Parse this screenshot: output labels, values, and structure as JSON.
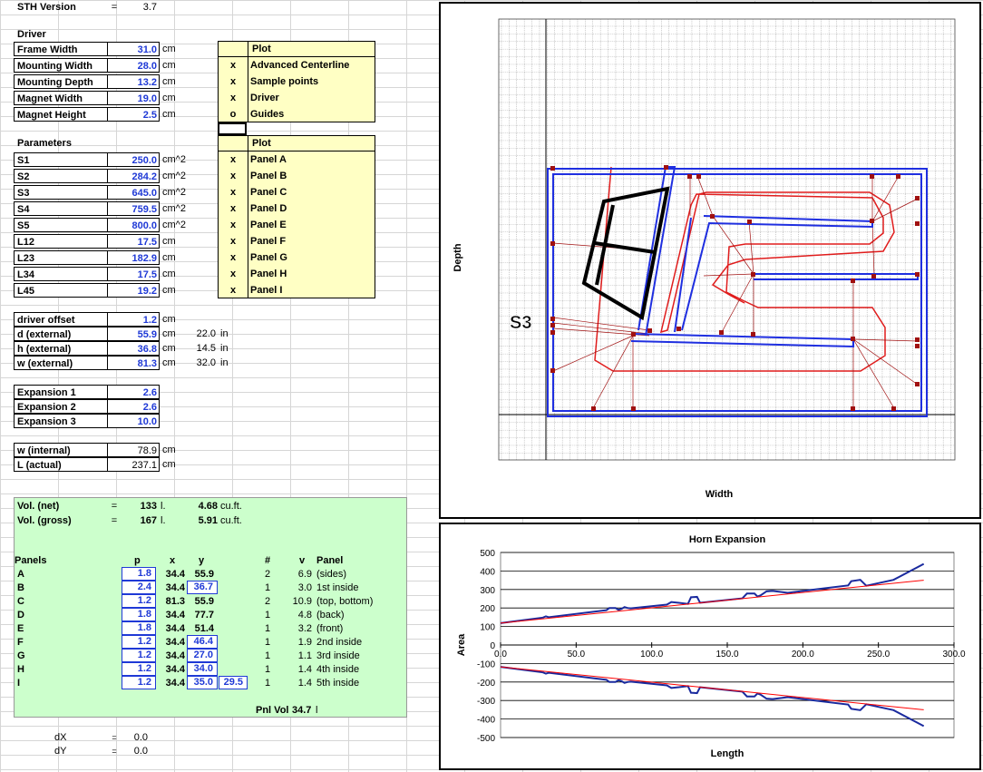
{
  "version": {
    "label": "STH Version",
    "eq": "=",
    "value": "3.7"
  },
  "driver": {
    "header": "Driver",
    "rows": [
      {
        "label": "Frame Width",
        "value": "31.0",
        "unit": "cm"
      },
      {
        "label": "Mounting Width",
        "value": "28.0",
        "unit": "cm"
      },
      {
        "label": "Mounting Depth",
        "value": "13.2",
        "unit": "cm"
      },
      {
        "label": "Magnet Width",
        "value": "19.0",
        "unit": "cm"
      },
      {
        "label": "Magnet Height",
        "value": "2.5",
        "unit": "cm"
      }
    ]
  },
  "plot1": {
    "header": "Plot",
    "rows": [
      {
        "mark": "x",
        "label": "Advanced Centerline"
      },
      {
        "mark": "x",
        "label": "Sample points"
      },
      {
        "mark": "x",
        "label": "Driver"
      },
      {
        "mark": "o",
        "label": "Guides"
      }
    ]
  },
  "parameters": {
    "header": "Parameters",
    "rows": [
      {
        "label": "S1",
        "value": "250.0",
        "unit": "cm^2"
      },
      {
        "label": "S2",
        "value": "284.2",
        "unit": "cm^2"
      },
      {
        "label": "S3",
        "value": "645.0",
        "unit": "cm^2"
      },
      {
        "label": "S4",
        "value": "759.5",
        "unit": "cm^2"
      },
      {
        "label": "S5",
        "value": "800.0",
        "unit": "cm^2"
      },
      {
        "label": "L12",
        "value": "17.5",
        "unit": "cm"
      },
      {
        "label": "L23",
        "value": "182.9",
        "unit": "cm"
      },
      {
        "label": "L34",
        "value": "17.5",
        "unit": "cm"
      },
      {
        "label": "L45",
        "value": "19.2",
        "unit": "cm"
      }
    ]
  },
  "plot2": {
    "header": "Plot",
    "rows": [
      {
        "mark": "x",
        "label": "Panel A"
      },
      {
        "mark": "x",
        "label": "Panel B"
      },
      {
        "mark": "x",
        "label": "Panel C"
      },
      {
        "mark": "x",
        "label": "Panel D"
      },
      {
        "mark": "x",
        "label": "Panel E"
      },
      {
        "mark": "x",
        "label": "Panel F"
      },
      {
        "mark": "x",
        "label": "Panel G"
      },
      {
        "mark": "x",
        "label": "Panel H"
      },
      {
        "mark": "x",
        "label": "Panel I"
      }
    ]
  },
  "external": [
    {
      "label": "driver offset",
      "value": "1.2",
      "unit": "cm",
      "inch": "",
      "in": ""
    },
    {
      "label": "d (external)",
      "value": "55.9",
      "unit": "cm",
      "inch": "22.0",
      "in": "in"
    },
    {
      "label": "h (external)",
      "value": "36.8",
      "unit": "cm",
      "inch": "14.5",
      "in": "in"
    },
    {
      "label": "w (external)",
      "value": "81.3",
      "unit": "cm",
      "inch": "32.0",
      "in": "in"
    }
  ],
  "expansion": [
    {
      "label": "Expansion 1",
      "value": "2.6"
    },
    {
      "label": "Expansion 2",
      "value": "2.6"
    },
    {
      "label": "Expansion 3",
      "value": "10.0"
    }
  ],
  "internal": [
    {
      "label": "w (internal)",
      "value": "78.9",
      "unit": "cm"
    },
    {
      "label": "L (actual)",
      "value": "237.1",
      "unit": "cm"
    }
  ],
  "volume": {
    "rows": [
      {
        "label": "Vol. (net)",
        "value": "133",
        "unit": "l.",
        "cuft": "4.68",
        "cuunit": "cu.ft."
      },
      {
        "label": "Vol. (gross)",
        "value": "167",
        "unit": "l.",
        "cuft": "5.91",
        "cuunit": "cu.ft."
      }
    ],
    "panels_header": {
      "panels": "Panels",
      "p": "p",
      "x": "x",
      "y": "y",
      "num": "#",
      "v": "v",
      "panel": "Panel"
    },
    "panels": [
      {
        "name": "A",
        "p": "1.8",
        "x": "34.4",
        "y": "55.9",
        "ybox": false,
        "n": "2",
        "v": "6.9",
        "desc": "(sides)",
        "extra": ""
      },
      {
        "name": "B",
        "p": "2.4",
        "x": "34.4",
        "y": "36.7",
        "ybox": true,
        "n": "1",
        "v": "3.0",
        "desc": "1st inside",
        "extra": ""
      },
      {
        "name": "C",
        "p": "1.2",
        "x": "81.3",
        "y": "55.9",
        "ybox": false,
        "n": "2",
        "v": "10.9",
        "desc": "(top, bottom)",
        "extra": ""
      },
      {
        "name": "D",
        "p": "1.8",
        "x": "34.4",
        "y": "77.7",
        "ybox": false,
        "n": "1",
        "v": "4.8",
        "desc": "(back)",
        "extra": ""
      },
      {
        "name": "E",
        "p": "1.8",
        "x": "34.4",
        "y": "51.4",
        "ybox": false,
        "n": "1",
        "v": "3.2",
        "desc": "(front)",
        "extra": ""
      },
      {
        "name": "F",
        "p": "1.2",
        "x": "34.4",
        "y": "46.4",
        "ybox": true,
        "n": "1",
        "v": "1.9",
        "desc": "2nd inside",
        "extra": ""
      },
      {
        "name": "G",
        "p": "1.2",
        "x": "34.4",
        "y": "27.0",
        "ybox": true,
        "n": "1",
        "v": "1.1",
        "desc": "3rd inside",
        "extra": ""
      },
      {
        "name": "H",
        "p": "1.2",
        "x": "34.4",
        "y": "34.0",
        "ybox": true,
        "n": "1",
        "v": "1.4",
        "desc": "4th inside",
        "extra": ""
      },
      {
        "name": "I",
        "p": "1.2",
        "x": "34.4",
        "y": "35.0",
        "ybox": true,
        "n": "1",
        "v": "1.4",
        "desc": "5th inside",
        "extra": "29.5"
      }
    ],
    "pnl_vol": {
      "label": "Pnl Vol",
      "value": "34.7",
      "unit": "l"
    }
  },
  "offsets": [
    {
      "label": "dX",
      "eq": "=",
      "value": "0.0"
    },
    {
      "label": "dY",
      "eq": "=",
      "value": "0.0"
    }
  ],
  "layout_chart": {
    "xlabel": "Width",
    "ylabel": "Depth",
    "annotation": "S3"
  },
  "chart_data": {
    "type": "line",
    "title": "Horn Expansion",
    "xlabel": "Length",
    "ylabel": "Area",
    "xlim": [
      0,
      300
    ],
    "ylim": [
      -500,
      500
    ],
    "xticks": [
      "0.0",
      "50.0",
      "100.0",
      "150.0",
      "200.0",
      "250.0",
      "300.0"
    ],
    "yticks": [
      "500",
      "400",
      "300",
      "200",
      "100",
      "0",
      "-100",
      "-200",
      "-300",
      "-400",
      "-500"
    ],
    "series": [
      {
        "color": "#1a2a9e",
        "x": [
          0,
          28,
          30,
          32,
          70,
          72,
          76,
          78,
          80,
          82,
          84,
          86,
          110,
          113,
          118,
          124,
          126,
          130,
          132,
          160,
          163,
          168,
          170,
          172,
          176,
          180,
          190,
          210,
          230,
          232,
          238,
          242,
          260,
          280
        ],
        "y": [
          118,
          148,
          155,
          150,
          188,
          200,
          200,
          190,
          195,
          205,
          200,
          198,
          218,
          232,
          228,
          222,
          258,
          260,
          228,
          252,
          278,
          278,
          262,
          268,
          290,
          292,
          282,
          302,
          322,
          345,
          352,
          320,
          352,
          438
        ]
      },
      {
        "color": "#1a2a9e",
        "x": [
          0,
          28,
          30,
          32,
          70,
          72,
          76,
          78,
          80,
          82,
          84,
          86,
          110,
          113,
          118,
          124,
          126,
          130,
          132,
          160,
          163,
          168,
          170,
          172,
          176,
          180,
          190,
          210,
          230,
          232,
          238,
          242,
          260,
          280
        ],
        "y": [
          -118,
          -148,
          -155,
          -150,
          -188,
          -200,
          -200,
          -190,
          -195,
          -205,
          -200,
          -198,
          -218,
          -232,
          -228,
          -222,
          -258,
          -260,
          -228,
          -252,
          -278,
          -278,
          -262,
          -268,
          -290,
          -292,
          -282,
          -302,
          -322,
          -345,
          -352,
          -320,
          -352,
          -438
        ]
      },
      {
        "color": "#ff0000",
        "x": [
          0,
          280
        ],
        "y": [
          118,
          350
        ]
      },
      {
        "color": "#ff0000",
        "x": [
          0,
          280
        ],
        "y": [
          -118,
          -350
        ]
      }
    ]
  }
}
